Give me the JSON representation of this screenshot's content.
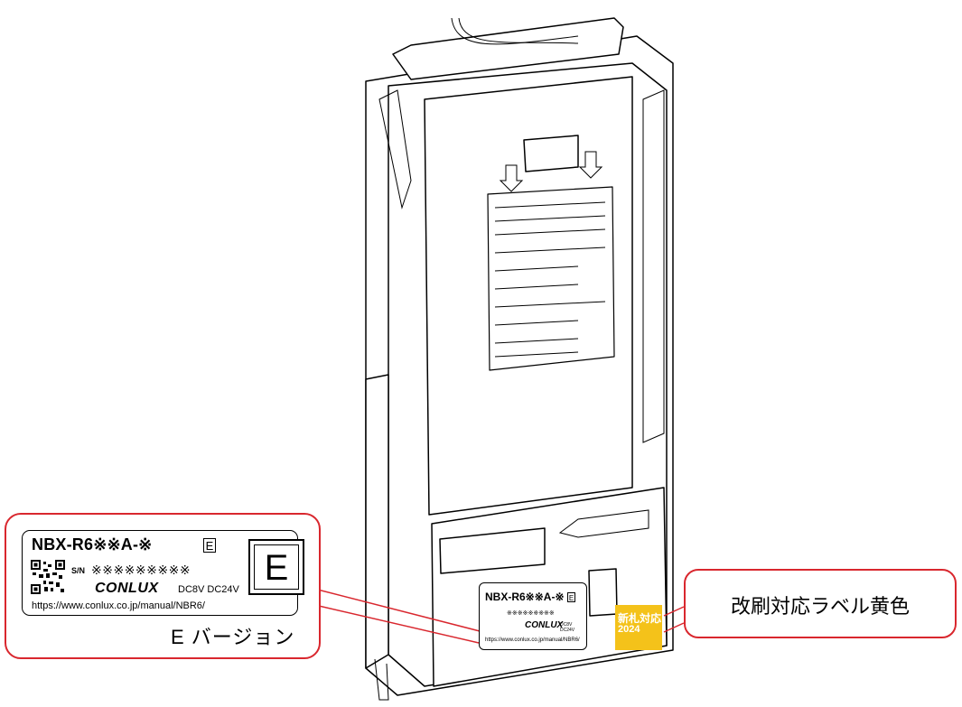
{
  "label_model": "NBX-R6※※A-※",
  "label_e_mark": "E",
  "label_sn_label": "S/N",
  "label_sn_value": "※※※※※※※※※",
  "label_brand": "CONLUX",
  "label_voltage": "DC8V DC24V",
  "label_url": "https://www.conlux.co.jp/manual/NBR6/",
  "e_version_text": "E バージョン",
  "big_e_text": "E",
  "yellow_label_callout": "改刷対応ラベル黄色",
  "yellow_sticker_line1": "新札対応",
  "yellow_sticker_line2": "2024",
  "colors": {
    "callout_border": "#d9272e",
    "sticker": "#f4c21a"
  }
}
